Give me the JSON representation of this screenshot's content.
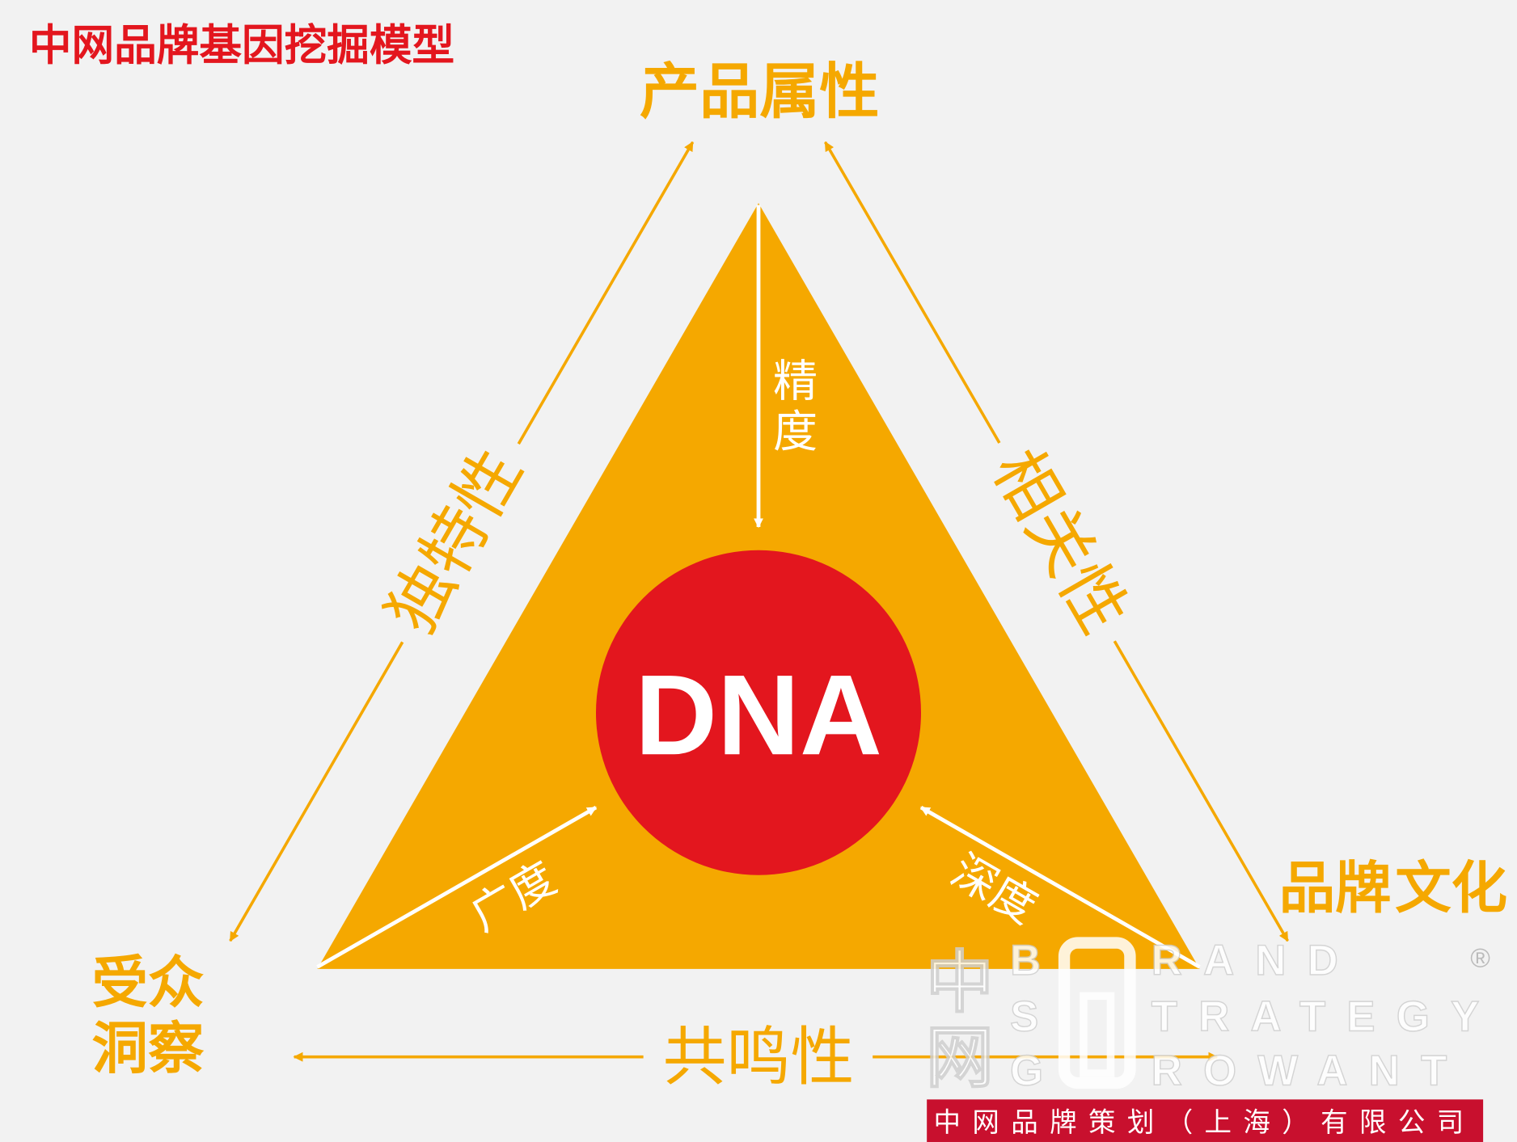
{
  "title": "中网品牌基因挖掘模型",
  "colors": {
    "background": "#f2f2f2",
    "orange": "#f5a800",
    "red": "#e3161e",
    "banner": "#c8102e",
    "white": "#ffffff"
  },
  "center": {
    "label": "DNA"
  },
  "corners": {
    "top": "产品属性",
    "bottom_left": [
      "受众",
      "洞察"
    ],
    "bottom_right": [
      "品牌",
      "文化"
    ]
  },
  "edges": {
    "left": "独特性",
    "right": "相关性",
    "bottom": "共鸣性"
  },
  "inner_arrows": {
    "top": [
      "精",
      "度"
    ],
    "left": "广度",
    "right": "深度"
  },
  "watermark": {
    "logo_cn": [
      "中",
      "网"
    ],
    "logo_en": [
      "B",
      "RAND",
      "S",
      "TRATEGY",
      "G",
      "ROWANT"
    ],
    "registered": "®",
    "company": "中网品牌策划（上海）有限公司"
  }
}
